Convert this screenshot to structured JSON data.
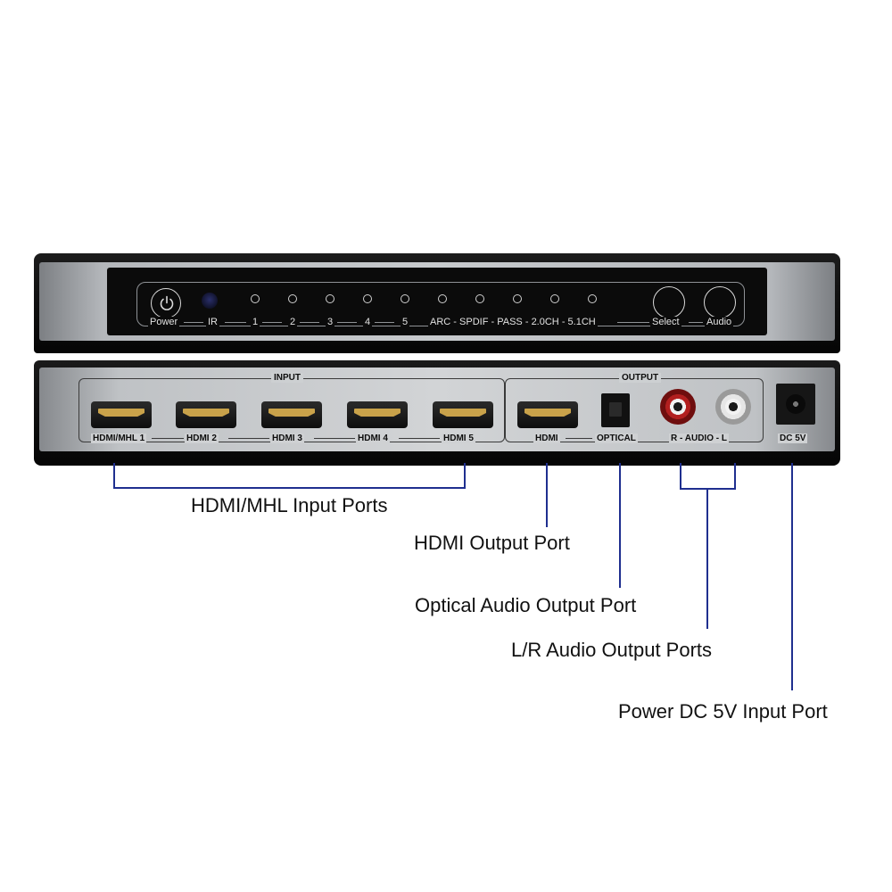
{
  "front_panel": {
    "power_label": "Power",
    "ir_label": "IR",
    "input_indicators": [
      "1",
      "2",
      "3",
      "4",
      "5"
    ],
    "audio_modes": [
      "ARC",
      "SPDIF",
      "PASS",
      "2.0CH",
      "5.1CH"
    ],
    "select_label": "Select",
    "audio_label": "Audio",
    "power_icon": "power-icon"
  },
  "rear_panel": {
    "input_section_label": "INPUT",
    "output_section_label": "OUTPUT",
    "input_ports": [
      "HDMI/MHL 1",
      "HDMI 2",
      "HDMI 3",
      "HDMI 4",
      "HDMI 5"
    ],
    "output_hdmi_label": "HDMI",
    "optical_label": "OPTICAL",
    "audio_r": "R",
    "audio_mid": "AUDIO",
    "audio_l": "L",
    "dc_label": "DC 5V",
    "rca_colors": {
      "right": "#b21f1f",
      "left": "#e6e6e6"
    }
  },
  "callouts": {
    "hdmi_inputs": "HDMI/MHL Input Ports",
    "hdmi_output": "HDMI Output Port",
    "optical_output": "Optical Audio Output Port",
    "lr_audio": "L/R Audio Output Ports",
    "power_input": "Power DC 5V Input Port",
    "line_color": "#1f2f8f"
  }
}
